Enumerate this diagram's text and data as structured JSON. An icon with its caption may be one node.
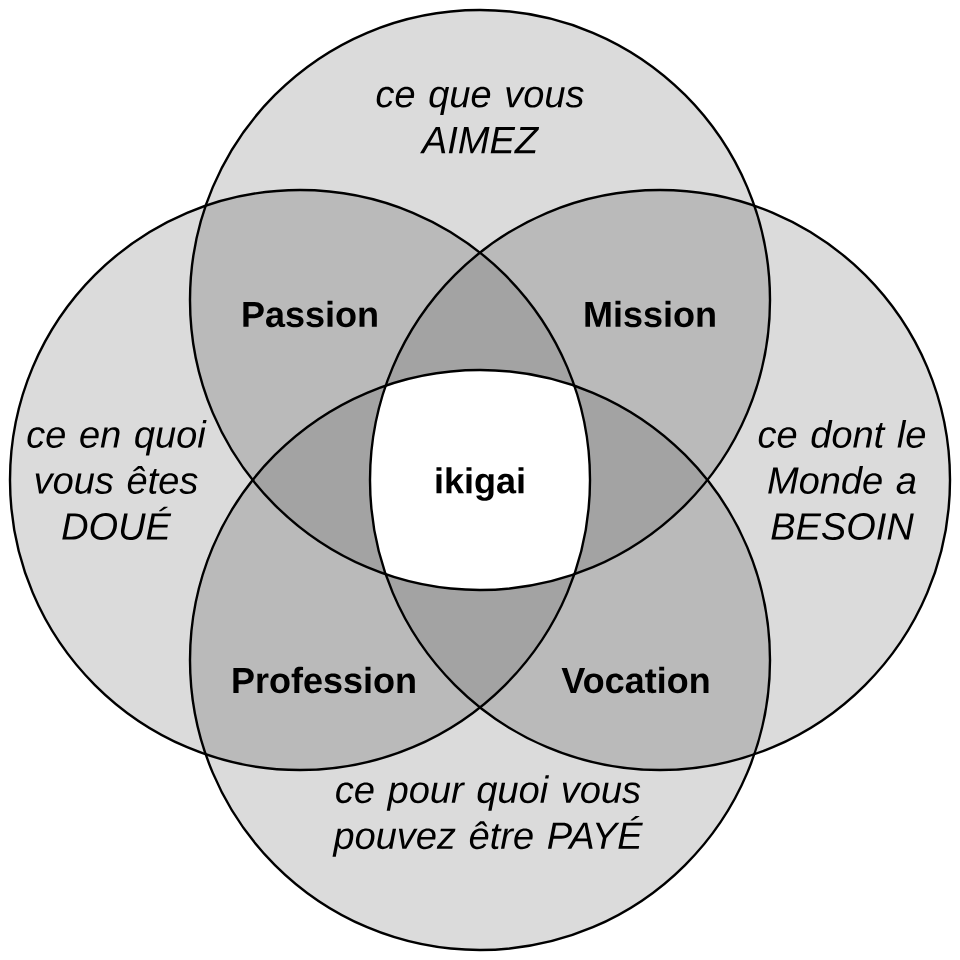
{
  "diagram": {
    "nodes": [
      {
        "text": [
          "ce que vous AIMEZ"
        ]
      },
      {
        "text": [
          "ce en quoi vous êtes DOUÉ"
        ]
      },
      {
        "text": [
          "ce dont le Monde a BESOIN"
        ]
      },
      {
        "text": [
          "ce pour quoi vous pouvez être PAYÉ"
        ]
      }
    ],
    "labels": [
      "Passion",
      "Mission",
      "ikigai",
      "Profession",
      "Vocation"
    ]
  }
}
